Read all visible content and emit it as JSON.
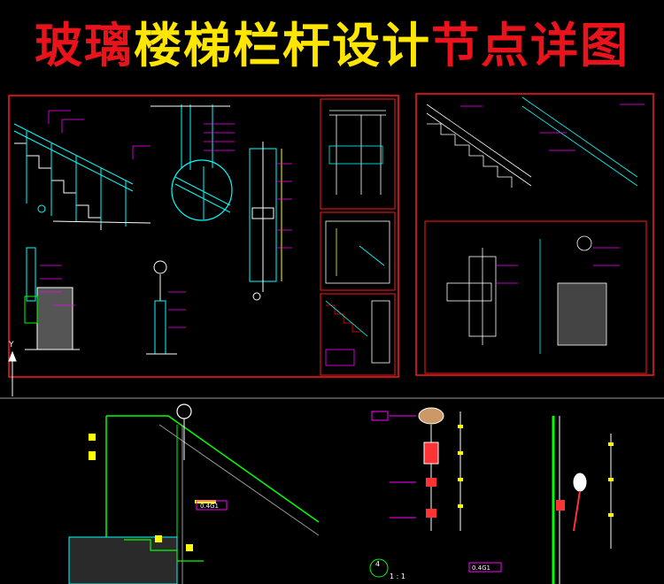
{
  "title": {
    "part1": "玻璃",
    "part2": "楼梯栏杆设计",
    "part3": "节点详图"
  },
  "colors": {
    "background": "#000000",
    "title_red": "#e8131b",
    "title_yellow": "#ffe600",
    "frame_red": "#ff1a1a",
    "cad_cyan": "#00ffff",
    "cad_magenta": "#ff00ff",
    "cad_white": "#ffffff",
    "cad_yellow": "#ffff00",
    "cad_green": "#00ff00",
    "cad_gray": "#9a9a9a"
  },
  "labels": {
    "ucs_y": "Y",
    "bottom_tag1": "0.4G1",
    "bottom_tag2": "0.4G1",
    "scale_top": "4",
    "scale_bottom": "1 : 1"
  }
}
